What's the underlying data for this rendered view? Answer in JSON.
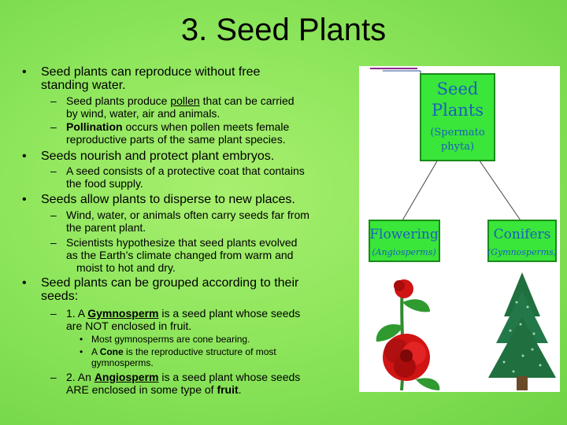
{
  "slide": {
    "title": "3.  Seed Plants",
    "bullets": [
      {
        "marker": "•",
        "lines": [
          "Seed plants can reproduce without free",
          "standing water."
        ]
      },
      {
        "marker": "•",
        "text_bold": "Seeds",
        "text_rest": " nourish and protect plant embryos."
      },
      {
        "marker": "•",
        "lines": [
          "Seeds allow plants to disperse to new places."
        ]
      },
      {
        "marker": "•",
        "lines": [
          "Seed plants can be grouped according to their",
          "seeds:"
        ]
      }
    ],
    "sub": {
      "s1": {
        "marker": "–",
        "pre": "Seed plants produce ",
        "u": "pollen",
        "post": " that can be carried",
        "line2": "by wind, water, air and animals."
      },
      "s2": {
        "marker": "–",
        "b": "Pollination",
        "post": " occurs when pollen meets female",
        "line2": "reproductive parts of the same plant species."
      },
      "s3": {
        "marker": "–",
        "line1": "A seed consists of a protective coat that contains",
        "line2": "the food supply."
      },
      "s4": {
        "marker": "–",
        "line1": "Wind, water, or animals often carry seeds far from",
        "line2": "the parent plant."
      },
      "s5": {
        "marker": "–",
        "line1": "Scientists hypothesize that seed plants evolved",
        "line2": "as the Earth’s climate changed from warm and",
        "line3": "moist to hot and dry."
      },
      "s6": {
        "marker": "–",
        "pre": "1.  A ",
        "u": "Gymnosperm",
        "post": " is a seed plant whose seeds",
        "line2": "are NOT enclosed in fruit."
      },
      "s7": {
        "marker": "–",
        "pre": "2.  An ",
        "u": "Angiosperm",
        "post": " is a seed plant whose seeds",
        "line2_pre": "ARE enclosed in some type of ",
        "line2_b": "fruit",
        "line2_post": "."
      }
    },
    "subsub": {
      "t1": {
        "marker": "•",
        "text": "Most gymnosperms are cone bearing."
      },
      "t2": {
        "marker": "•",
        "pre": "A ",
        "b": "Cone",
        "post": " is the reproductive structure of most",
        "line2": "gymnosperms."
      }
    }
  },
  "figure": {
    "top_box": {
      "line1": "Seed",
      "line2": "Plants",
      "line3": "(Spermato",
      "line4": "phyta)"
    },
    "left_box": {
      "title": "Flowering",
      "sub": "(Angiosperms)"
    },
    "right_box": {
      "title": "Conifers",
      "sub": "(Gymnosperms)"
    },
    "colors": {
      "box_fill": "#39e639",
      "box_border": "#1a8a1a",
      "label": "#1d5fbf",
      "rose": "#d01414",
      "tree": "#1f6f3f"
    }
  }
}
